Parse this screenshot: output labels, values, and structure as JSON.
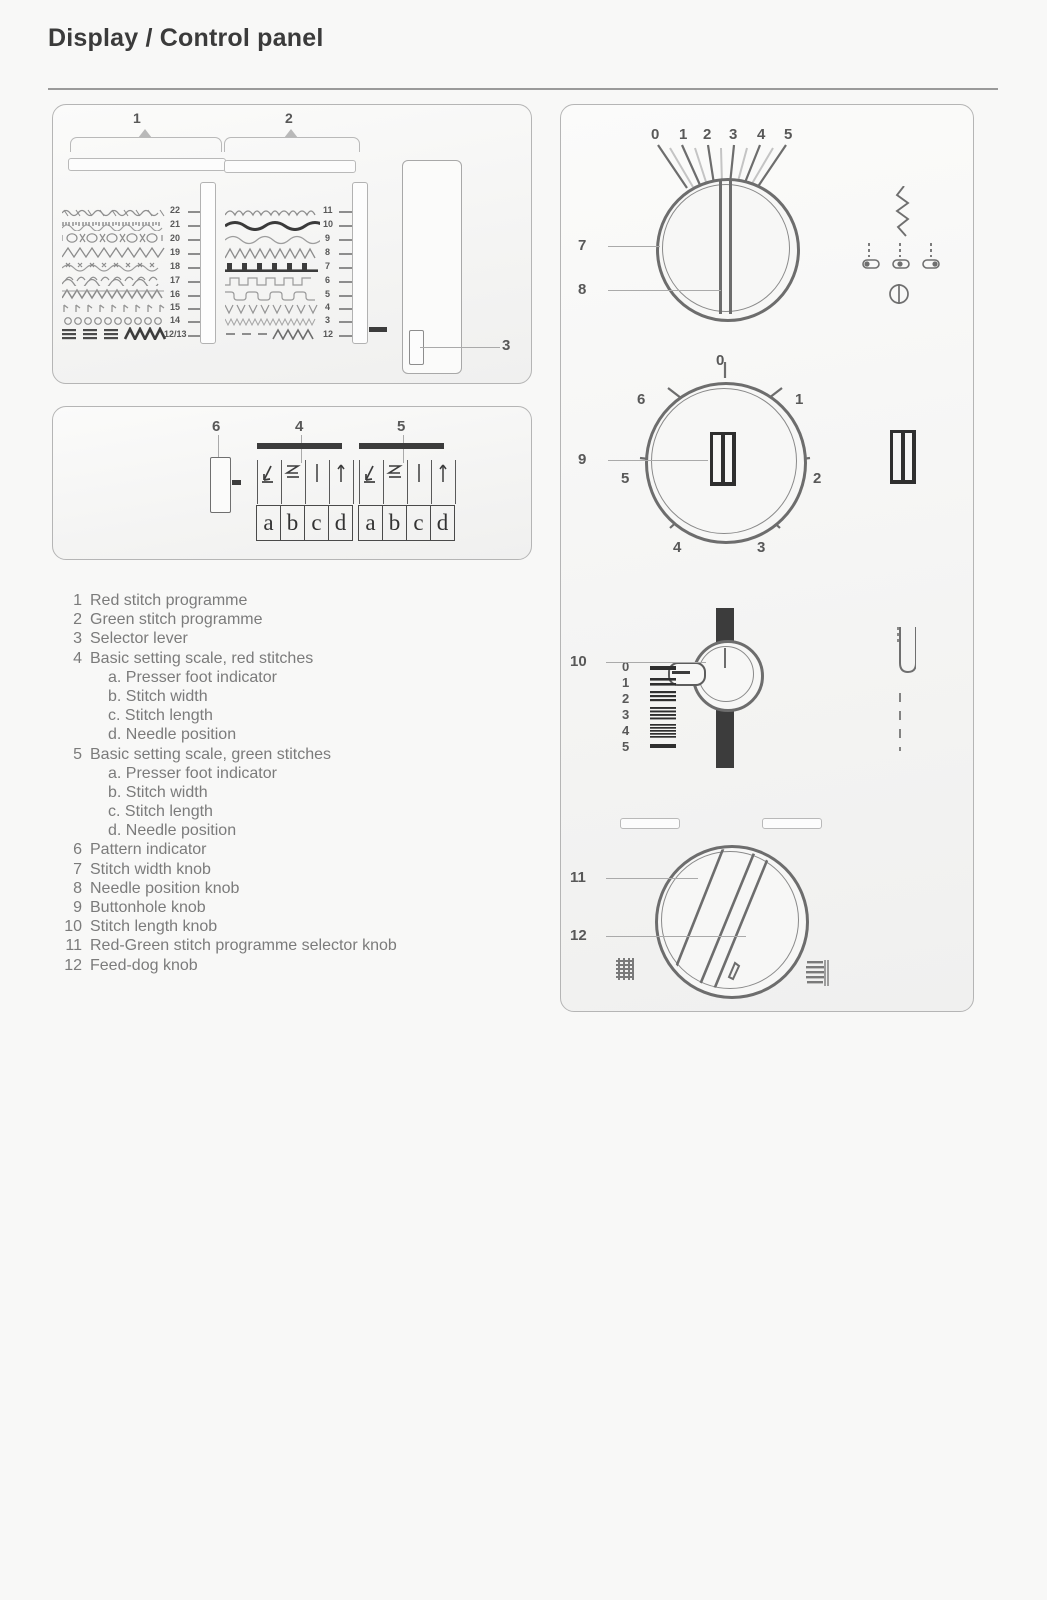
{
  "page": {
    "title": "Display / Control panel"
  },
  "panels": {
    "stitch_programmes": {
      "name": "stitch programme chart panel",
      "bracket_labels": [
        "1",
        "2"
      ],
      "callout_selector_lever": "3",
      "red_column_numbers": [
        "22",
        "21",
        "20",
        "19",
        "18",
        "17",
        "16",
        "15",
        "14",
        "12/13"
      ],
      "green_column_numbers": [
        "11",
        "10",
        "9",
        "8",
        "7",
        "6",
        "5",
        "4",
        "3",
        "12"
      ]
    },
    "basic_setting_scales": {
      "name": "basic setting scale panel",
      "callout_pattern_indicator": "6",
      "callout_red_scale": "4",
      "callout_green_scale": "5",
      "cells": [
        "a",
        "b",
        "c",
        "d"
      ]
    },
    "control_knobs": {
      "name": "control knob panel",
      "stitch_width_knob": {
        "callout_width": "7",
        "callout_needle_position": "8",
        "scale": [
          "0",
          "1",
          "2",
          "3",
          "4",
          "5"
        ]
      },
      "buttonhole_knob": {
        "callout": "9",
        "scale": [
          "0",
          "1",
          "2",
          "3",
          "4",
          "5",
          "6"
        ]
      },
      "stitch_length_knob": {
        "callout": "10",
        "scale": [
          "0",
          "1",
          "2",
          "3",
          "4",
          "5"
        ]
      },
      "feed_dog_knob": {
        "callout_selector": "11",
        "callout_feed_dog": "12"
      }
    }
  },
  "legend": {
    "items": [
      {
        "n": "1",
        "text": "Red stitch programme",
        "sub": false
      },
      {
        "n": "2",
        "text": "Green stitch programme",
        "sub": false
      },
      {
        "n": "3",
        "text": "Selector lever",
        "sub": false
      },
      {
        "n": "4",
        "text": "Basic setting scale, red stitches",
        "sub": false
      },
      {
        "n": "",
        "text": "a. Presser foot indicator",
        "sub": true
      },
      {
        "n": "",
        "text": "b. Stitch width",
        "sub": true
      },
      {
        "n": "",
        "text": "c. Stitch length",
        "sub": true
      },
      {
        "n": "",
        "text": "d. Needle position",
        "sub": true
      },
      {
        "n": "5",
        "text": "Basic setting scale, green stitches",
        "sub": false
      },
      {
        "n": "",
        "text": "a. Presser foot indicator",
        "sub": true
      },
      {
        "n": "",
        "text": "b. Stitch width",
        "sub": true
      },
      {
        "n": "",
        "text": "c. Stitch length",
        "sub": true
      },
      {
        "n": "",
        "text": "d. Needle position",
        "sub": true
      },
      {
        "n": "6",
        "text": "Pattern indicator",
        "sub": false
      },
      {
        "n": "7",
        "text": "Stitch width knob",
        "sub": false
      },
      {
        "n": "8",
        "text": "Needle position knob",
        "sub": false
      },
      {
        "n": "9",
        "text": "Buttonhole knob",
        "sub": false
      },
      {
        "n": "10",
        "text": "Stitch length knob",
        "sub": false
      },
      {
        "n": "11",
        "text": "Red-Green stitch programme selector knob",
        "sub": false
      },
      {
        "n": "12",
        "text": "Feed-dog knob",
        "sub": false
      }
    ]
  },
  "icons": {
    "zigzag": "zigzag-stitch-icon",
    "needle_left": "needle-position-left-icon",
    "needle_center": "needle-position-center-icon",
    "needle_right": "needle-position-right-icon",
    "bobbin": "bobbin-icon",
    "buttonhole": "buttonhole-icon",
    "needle_thread": "needle-thread-icon",
    "feed_dog_up": "feed-dog-raised-icon",
    "feed_dog_down": "feed-dog-lowered-icon"
  },
  "colors": {
    "paper": "#f8f8f7",
    "ink": "#4a4a4a",
    "line": "#b5b5b5",
    "dark": "#3c3c3c"
  }
}
